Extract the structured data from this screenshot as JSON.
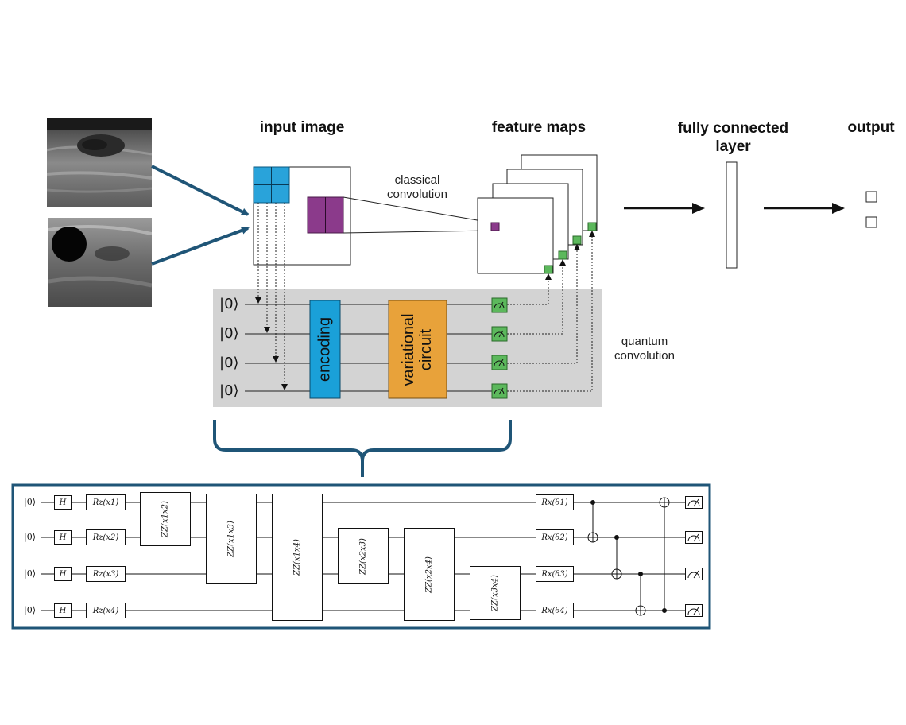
{
  "titles": {
    "input_image": "input image",
    "feature_maps": "feature maps",
    "fully_connected": "fully connected layer",
    "output": "output"
  },
  "labels": {
    "classical_convolution": "classical convolution",
    "quantum_convolution": "quantum convolution",
    "encoding": "encoding",
    "variational_circuit": "variational circuit"
  },
  "qubits": [
    "|0⟩",
    "|0⟩",
    "|0⟩",
    "|0⟩"
  ],
  "colors": {
    "patch_blue": "#29a3da",
    "patch_purple": "#8b3a8b",
    "encoding": "#1aa0d8",
    "variational": "#e8a23a",
    "measure": "#5cb85c",
    "quantum_bg": "#d3d3d3",
    "brace": "#1f5577"
  },
  "circuit": {
    "kets": [
      "|0⟩",
      "|0⟩",
      "|0⟩",
      "|0⟩"
    ],
    "h_gates": [
      "H",
      "H",
      "H",
      "H"
    ],
    "rz_gates": [
      "Rz(x1)",
      "Rz(x2)",
      "Rz(x3)",
      "Rz(x4)"
    ],
    "zz_gates": [
      "ZZ(x1x2)",
      "ZZ(x1x3)",
      "ZZ(x1x4)",
      "ZZ(x2x3)",
      "ZZ(x2x4)",
      "ZZ(x3x4)"
    ],
    "rx_gates": [
      "Rx(θ1)",
      "Rx(θ2)",
      "Rx(θ3)",
      "Rx(θ4)"
    ]
  }
}
